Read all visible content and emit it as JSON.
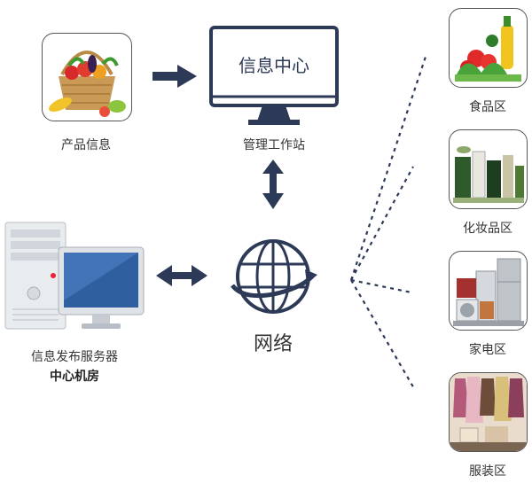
{
  "nodes": {
    "product_info": {
      "label": "产品信息",
      "icon": "fruit-basket-icon"
    },
    "workstation": {
      "label": "管理工作站",
      "screen_text": "信息中心",
      "icon": "monitor-icon"
    },
    "network": {
      "label": "网络",
      "icon": "globe-icon"
    },
    "server": {
      "label": "信息发布服务器",
      "sublabel": "中心机房",
      "icon": "server-computer-icon"
    }
  },
  "zones": [
    {
      "label": "食品区",
      "icon": "vegetables-icon"
    },
    {
      "label": "化妆品区",
      "icon": "cosmetics-icon"
    },
    {
      "label": "家电区",
      "icon": "appliances-icon"
    },
    {
      "label": "服装区",
      "icon": "clothing-icon"
    }
  ],
  "colors": {
    "accent": "#2d3a57",
    "text": "#333333",
    "dashed_line": "#2d3a57"
  }
}
